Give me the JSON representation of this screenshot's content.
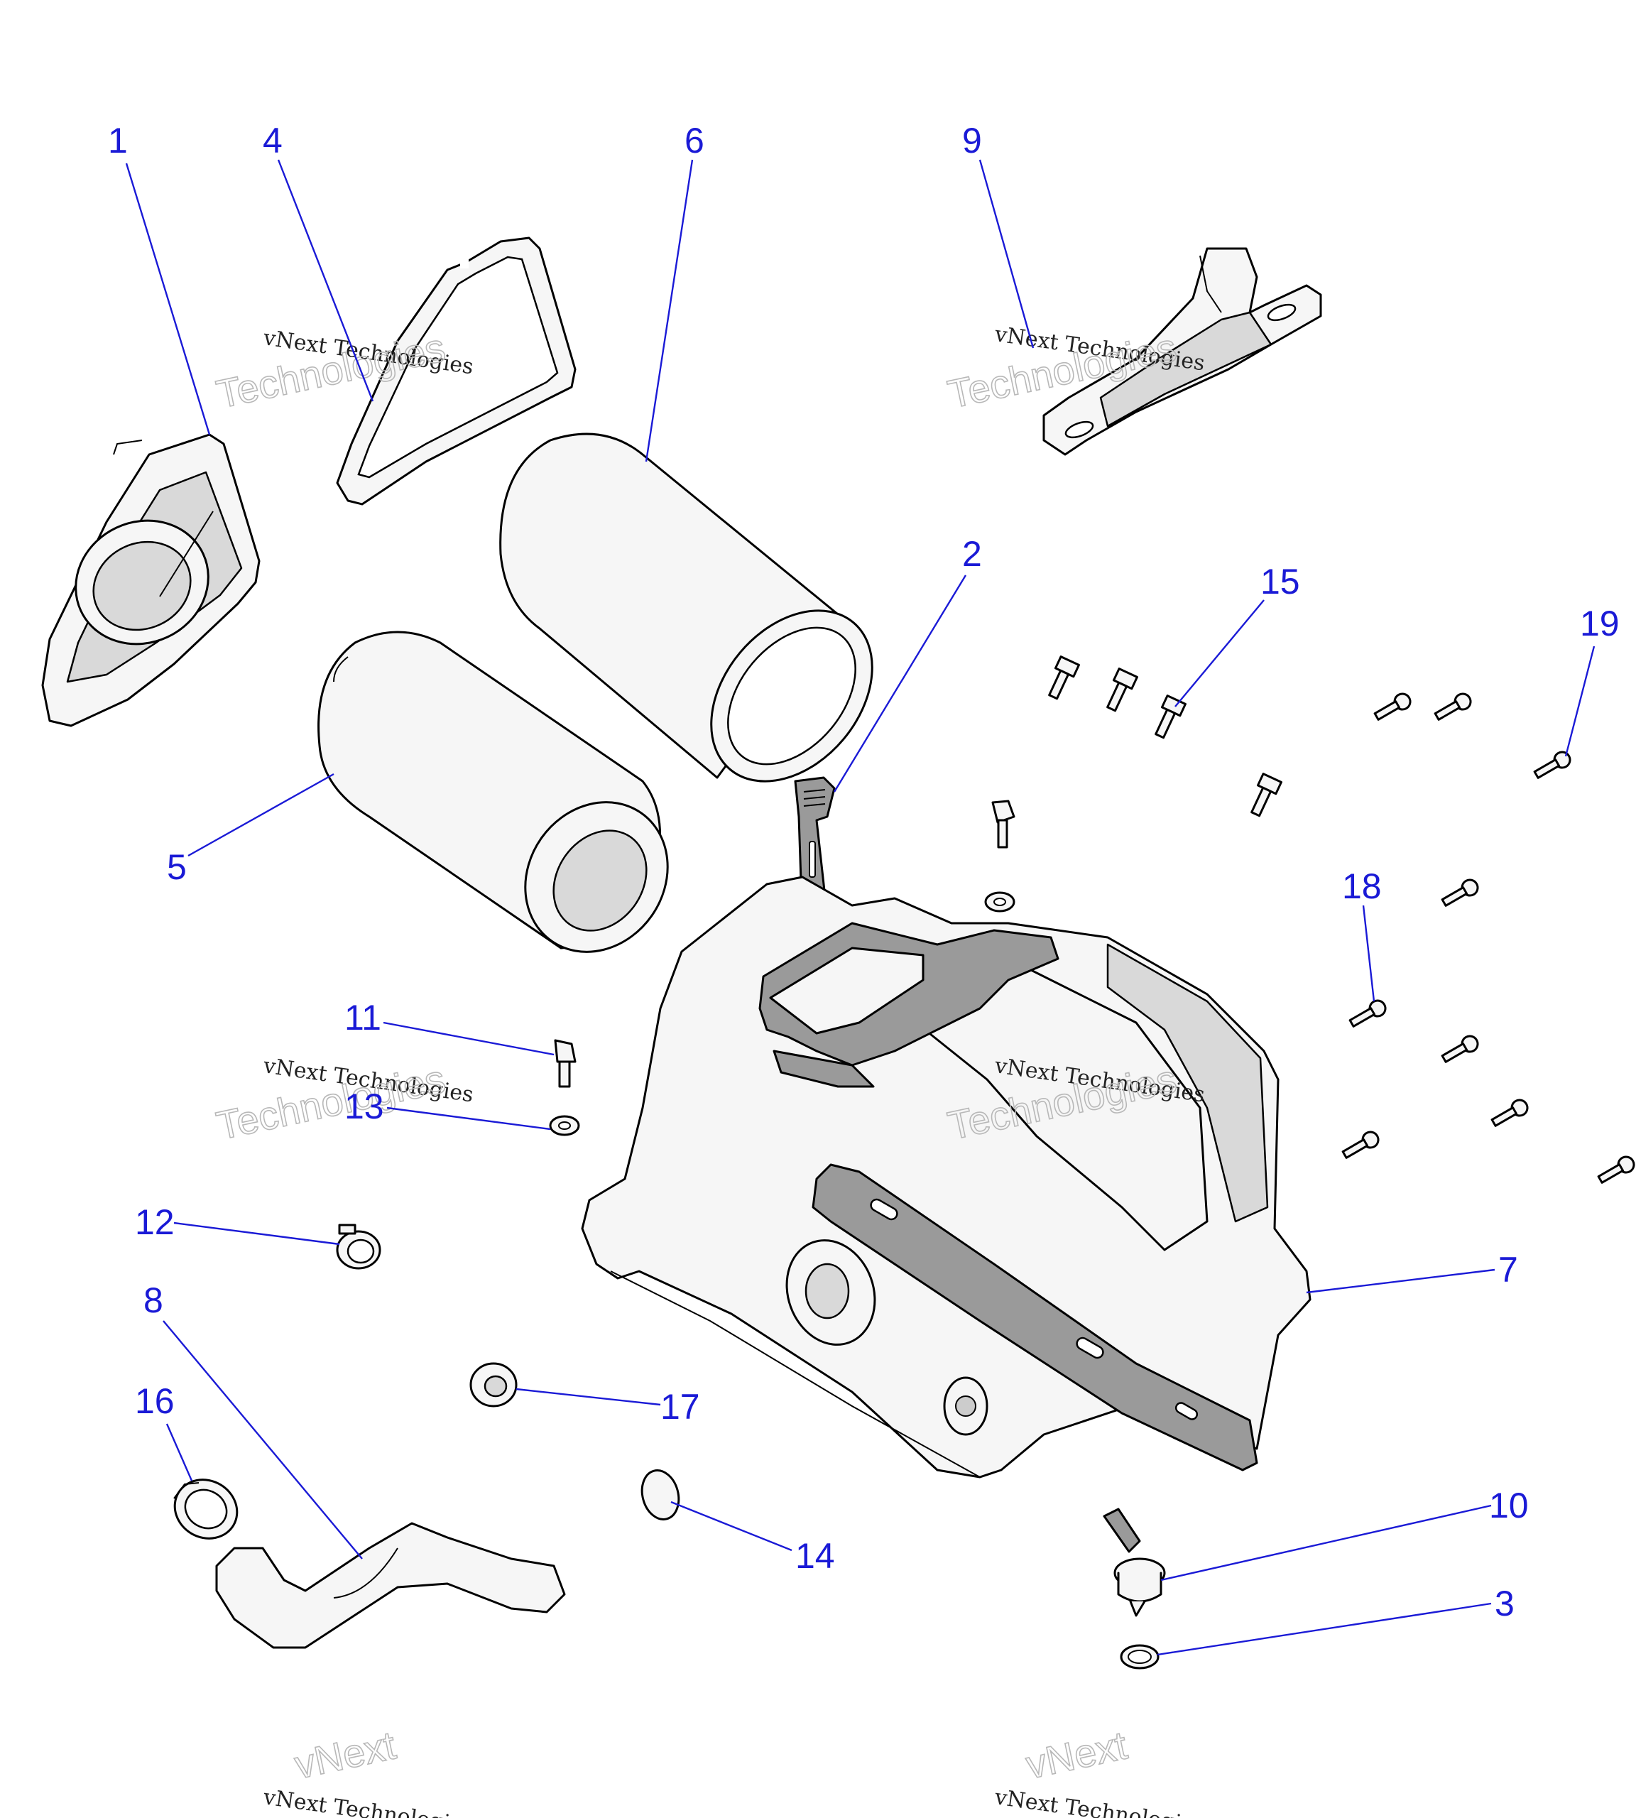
{
  "diagram": {
    "callouts": [
      {
        "id": "1",
        "label": "1"
      },
      {
        "id": "2",
        "label": "2"
      },
      {
        "id": "3",
        "label": "3"
      },
      {
        "id": "4",
        "label": "4"
      },
      {
        "id": "5",
        "label": "5"
      },
      {
        "id": "6",
        "label": "6"
      },
      {
        "id": "7",
        "label": "7"
      },
      {
        "id": "8",
        "label": "8"
      },
      {
        "id": "9",
        "label": "9"
      },
      {
        "id": "10",
        "label": "10"
      },
      {
        "id": "11",
        "label": "11"
      },
      {
        "id": "12",
        "label": "12"
      },
      {
        "id": "13",
        "label": "13"
      },
      {
        "id": "14",
        "label": "14"
      },
      {
        "id": "15",
        "label": "15"
      },
      {
        "id": "16",
        "label": "16"
      },
      {
        "id": "17",
        "label": "17"
      },
      {
        "id": "18",
        "label": "18"
      },
      {
        "id": "19",
        "label": "19"
      }
    ],
    "callout_color": "#1a1ad6"
  },
  "watermark": {
    "line_small": "vNext Technologies",
    "line_big_1": "vNext",
    "line_big_2": "Technologies"
  }
}
